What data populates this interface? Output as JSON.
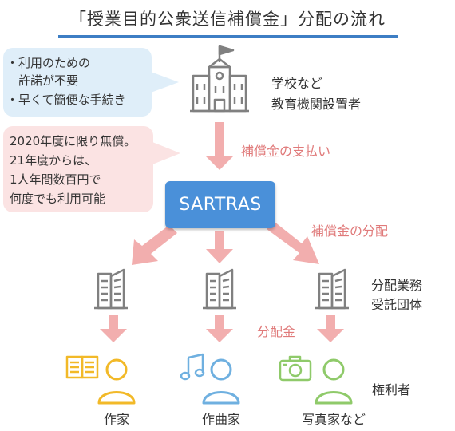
{
  "title": "「授業目的公衆送信補償金」分配の流れ",
  "bubble_blue": {
    "line1": "・利用のための",
    "line2": "　許諾が不要",
    "line3": "・早くて簡便な手続き"
  },
  "bubble_pink": {
    "line1": "2020年度に限り無償。",
    "line2": "21年度からは、",
    "line3": "1人年間数百円で",
    "line4": "何度でも利用可能"
  },
  "school_label": {
    "line1": "学校など",
    "line2": "教育機関設置者"
  },
  "payment_label": "補償金の支払い",
  "sartras_label": "SARTRAS",
  "distribution_label": "補償金の分配",
  "org_label": {
    "line1": "分配業務",
    "line2": "受託団体"
  },
  "fee_label": "分配金",
  "rights_holder_label": "権利者",
  "recipients": [
    "作家",
    "作曲家",
    "写真家など"
  ],
  "colors": {
    "accent_blue": "#4a90d9",
    "arrow_pink": "#f2aeae",
    "label_red": "#e07a7a",
    "yellow": "#f2b928",
    "light_blue": "#6fb0e0",
    "green": "#8fca6a",
    "gray": "#808080"
  },
  "icons": [
    "school-icon",
    "building-icon",
    "book-icon",
    "music-note-icon",
    "camera-icon",
    "person-icon"
  ]
}
